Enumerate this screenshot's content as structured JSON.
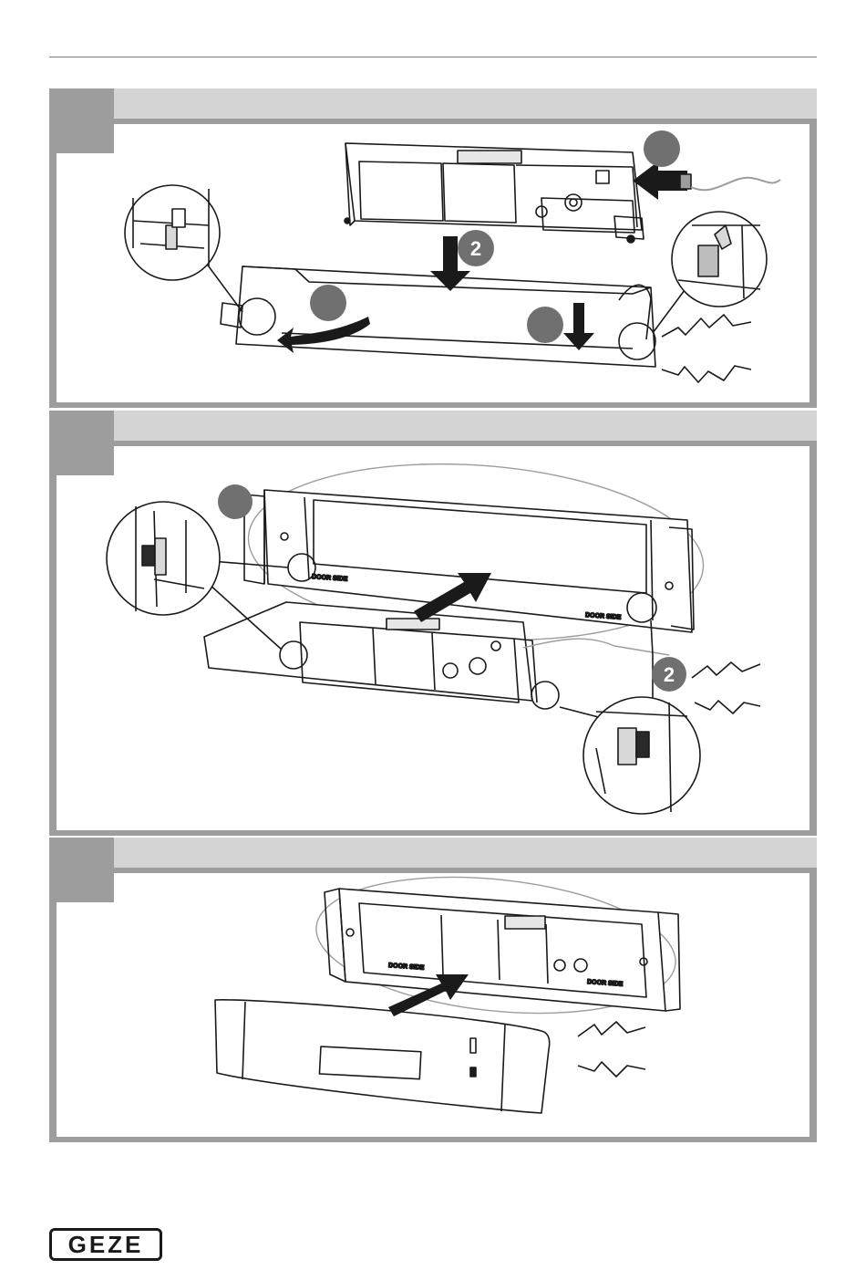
{
  "panels": [
    {
      "id": "A",
      "step_badges": [
        "",
        "2",
        "",
        ""
      ]
    },
    {
      "id": "B",
      "step_badges": [
        "",
        "2"
      ],
      "labels": [
        "DOOR SIDE",
        "DOOR SIDE"
      ]
    },
    {
      "id": "C",
      "labels": [
        "DOOR SIDE",
        "DOOR SIDE"
      ]
    }
  ],
  "logo": {
    "text": "GEZE"
  },
  "colors": {
    "frame": "#9d9d9d",
    "header": "#d4d4d4",
    "badge": "#707070",
    "line": "#1a1a1a"
  }
}
